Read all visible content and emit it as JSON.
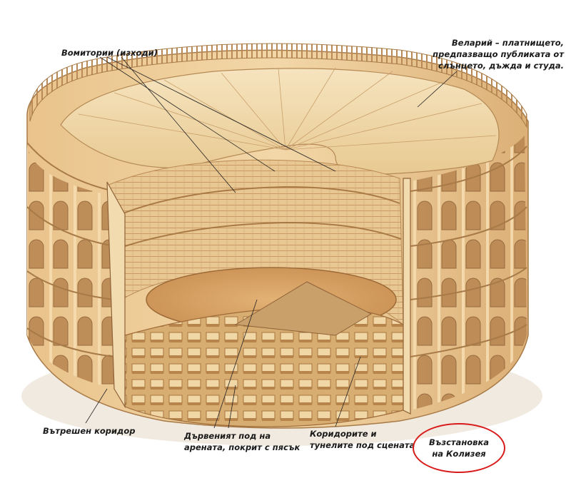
{
  "labels": {
    "vomitoria": "Вомитории (изходи)",
    "velarium": "Веларий – платнището,\nпредпазващо публиката от\nслънцето, дъжда и студа.",
    "inner_corridor": "Вътрешен коридор",
    "arena_floor": "Дървеният под на\nарената, покрит с пясък",
    "corridors_tunnels": "Коридорите и\nтунелите под сцената",
    "caption": "Възстановка\nна Колизея"
  },
  "colors": {
    "stone_light": "#f0d3a0",
    "stone_mid": "#e0b67a",
    "stone_dark": "#c48d4f",
    "shadow": "#9e6b38",
    "sand": "#d9a667",
    "awning": "#f3ddb4",
    "caption_ring": "#d81a1a"
  }
}
